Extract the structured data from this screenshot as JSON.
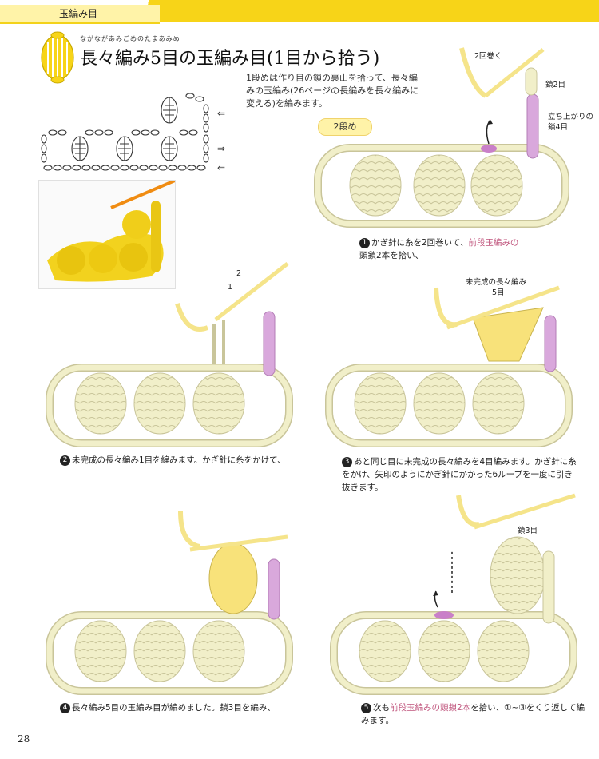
{
  "header": {
    "section": "玉編み目"
  },
  "title": {
    "reading": "ながながあみごめのたまあみめ",
    "main": "長々編み5目の玉編み目(1目から拾う)"
  },
  "intro": "1段めは作り目の鎖の裏山を拾って、長々編みの玉編み(26ページの長編みを長々編みに変える)を編みます。",
  "badge": "2段め",
  "labels": {
    "two_wraps": "2回巻く",
    "chain2": "鎖2目",
    "turning_chain": "立ち上がりの鎖4目",
    "unfinished": "未完成の長々編み",
    "five": "5目",
    "chain3": "鎖3目",
    "one": "1",
    "two": "2"
  },
  "steps": [
    {
      "num": "1",
      "parts": [
        "かぎ針に糸を2回巻いて、",
        "前段玉編みの",
        "頭鎖2本を拾い、"
      ]
    },
    {
      "num": "2",
      "parts": [
        "未完成の長々編み1目を編みます。かぎ針に糸をかけて、"
      ]
    },
    {
      "num": "3",
      "parts": [
        "あと同じ目に未完成の長々編みを4目編みます。かぎ針に糸をかけ、矢印のようにかぎ針にかかった6ループを一度に引き抜きます。"
      ]
    },
    {
      "num": "4",
      "parts": [
        "長々編み5目の玉編み目が編めました。鎖3目を編み、"
      ]
    },
    {
      "num": "5",
      "parts": [
        "次も",
        "前段玉編みの頭鎖2本",
        "を拾い、①~③をくり返して編みます。"
      ]
    }
  ],
  "page_number": "28",
  "colors": {
    "accent_yellow": "#f7d418",
    "yarn_cream": "#f1efc9",
    "yarn_yellow": "#f8e27a",
    "chain_pink": "#d9a8dc",
    "highlight_pink": "#c0557d"
  }
}
